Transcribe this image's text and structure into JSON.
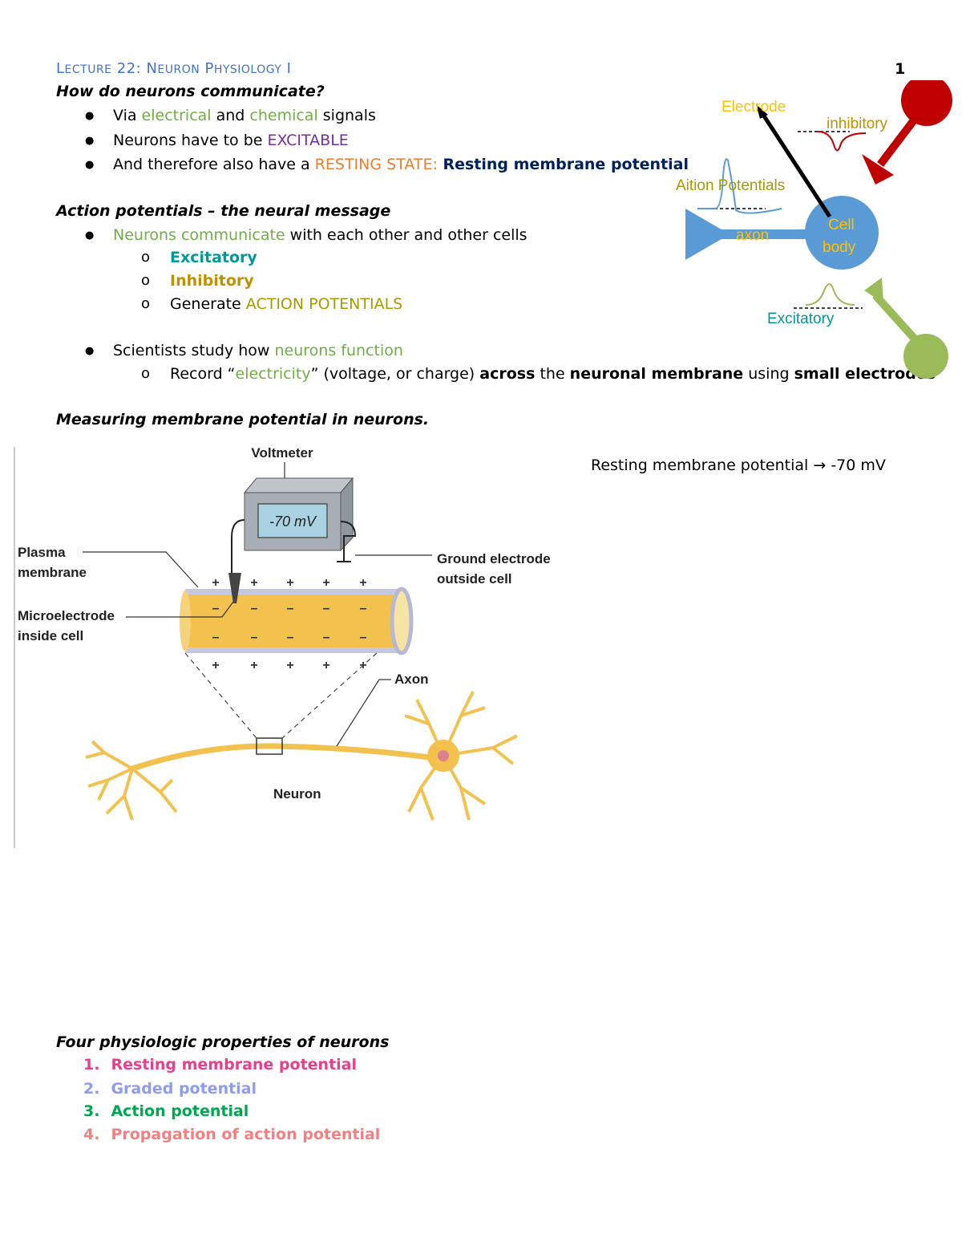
{
  "header": {
    "lecture_first_L": "L",
    "lecture_rest1": "ECTURE",
    "lecture_num": " 22: ",
    "lecture_N": "N",
    "lecture_rest2": "EURON",
    "lecture_P": " P",
    "lecture_rest3": "HYSIOLOGY",
    "lecture_tail": " I",
    "page_number": "1"
  },
  "section1": {
    "question": "How do neurons communicate?",
    "b1": {
      "pre": "Via ",
      "w1": "electrical",
      "mid": " and ",
      "w2": "chemical",
      "post": " signals"
    },
    "b2": {
      "pre": "Neurons have to be ",
      "w1": "EXCITABLE"
    },
    "b3": {
      "pre": "And therefore also have a ",
      "w1": "RESTING STATE:",
      "w2": " Resting membrane potential"
    }
  },
  "section2": {
    "title": "Action potentials – the neural message",
    "b1": {
      "w1": "Neurons communicate",
      "post": " with each other and other cells"
    },
    "sub1": "Excitatory",
    "sub2": "Inhibitory",
    "sub3": {
      "pre": "Generate ",
      "w1": "ACTION POTENTIALS"
    },
    "b2": {
      "pre": "Scientists study how ",
      "w1": "neurons function"
    },
    "sub4": {
      "pre": "Record “",
      "w1": "electricity",
      "mid": "” (voltage, or charge) ",
      "w2": "across",
      "mid2": " the ",
      "w3": "neuronal membrane",
      "mid3": " using ",
      "w4": "small electrodes"
    }
  },
  "top_diagram": {
    "electrode": "Electrode",
    "inhibitory": "inhibitory",
    "action_potentials": "Aition Potentials",
    "axon": "axon",
    "cell": "Cell",
    "body": "body",
    "excitatory": "Excitatory",
    "colors": {
      "red": "#c00000",
      "blue": "#5b9bd5",
      "green": "#9bbb59",
      "yellow": "#ffc000"
    }
  },
  "section3": {
    "title": "Measuring membrane potential in neurons.",
    "resting_note": "Resting membrane potential → -70 mV"
  },
  "figure": {
    "voltmeter": "Voltmeter",
    "reading": "-70 mV",
    "plasma1": "Plasma",
    "plasma2": "membrane",
    "micro1": "Microelectrode",
    "micro2": "inside cell",
    "ground1": "Ground electrode",
    "ground2": "outside cell",
    "axon": "Axon",
    "neuron": "Neuron",
    "plus": "+",
    "minus": "–"
  },
  "section4": {
    "title": "Four physiologic properties of neurons",
    "items": [
      {
        "num": "1.",
        "label": "Resting membrane potential"
      },
      {
        "num": "2.",
        "label": "Graded potential"
      },
      {
        "num": "3.",
        "label": "Action potential"
      },
      {
        "num": "4.",
        "label": "Propagation of action potential"
      }
    ]
  }
}
